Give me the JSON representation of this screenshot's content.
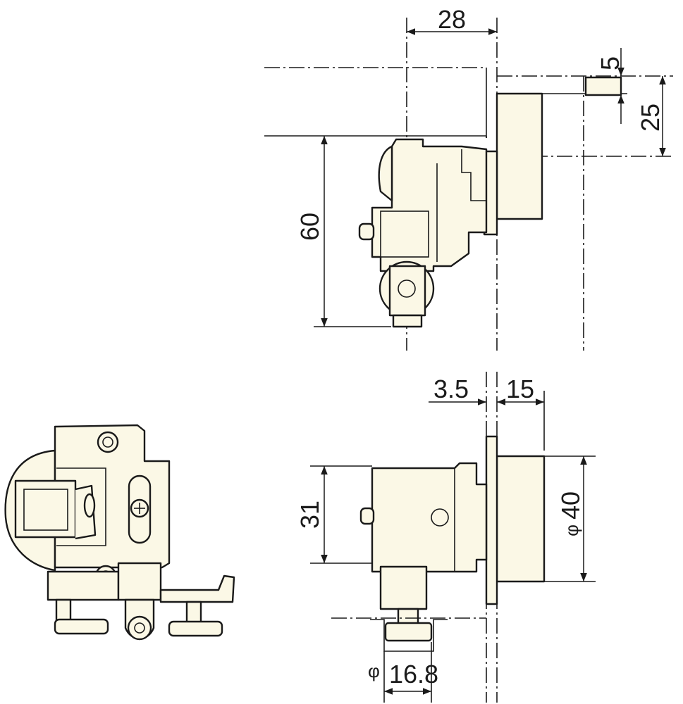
{
  "dimensions": {
    "top_width": "28",
    "top_offset": "5",
    "top_height": "25",
    "left_height": "60",
    "gap": "3.5",
    "flange_depth": "15",
    "side_height": "31",
    "flange_diameter": "40",
    "phi_symbol": "φ",
    "lower_diameter": "16.8"
  },
  "colors": {
    "part_fill": "#fbf8e6",
    "line": "#1a1a1a",
    "background": "#ffffff"
  }
}
